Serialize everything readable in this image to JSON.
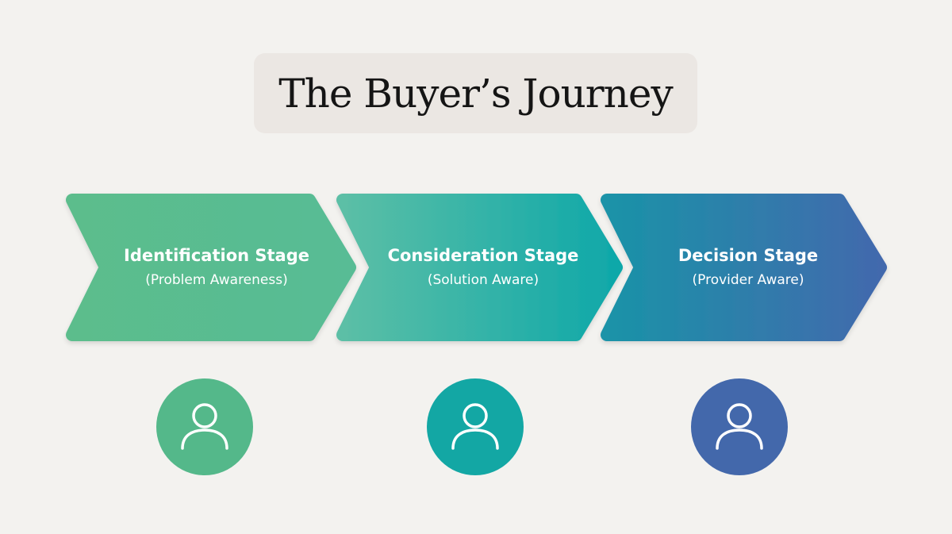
{
  "title": "The Buyer’s Journey",
  "stages": [
    {
      "title": "Identification Stage",
      "subtitle": "(Problem Awareness)",
      "gradient": [
        "#5bbd8c",
        "#58bc95"
      ],
      "avatar_color": "#54b88a",
      "icon": "person-icon"
    },
    {
      "title": "Consideration Stage",
      "subtitle": "(Solution Aware)",
      "gradient": [
        "#5cbfa6",
        "#0fa8a9"
      ],
      "avatar_color": "#13a7a4",
      "icon": "person-icon"
    },
    {
      "title": "Decision Stage",
      "subtitle": "(Provider Aware)",
      "gradient": [
        "#1a93a8",
        "#4269ad"
      ],
      "avatar_color": "#4368ab",
      "icon": "person-icon"
    }
  ],
  "colors": {
    "background": "#f3f2ef",
    "title_box": "#ebe7e3",
    "title_text": "#151515"
  }
}
